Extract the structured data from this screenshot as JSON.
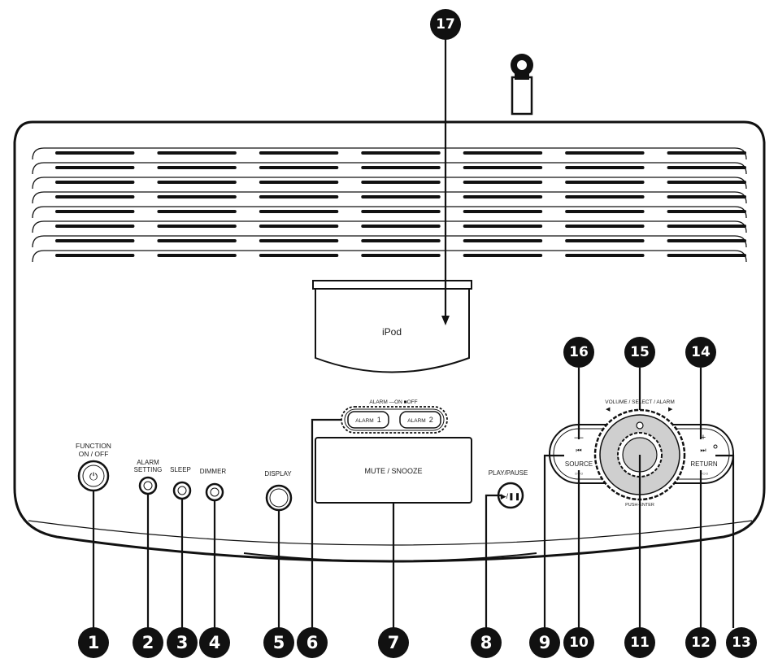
{
  "labels": {
    "function_line1": "FUNCTION",
    "function_line2": "ON / OFF",
    "alarm_setting_line1": "ALARM",
    "alarm_setting_line2": "SETTING",
    "sleep": "SLEEP",
    "dimmer": "DIMMER",
    "display": "DISPLAY",
    "alarm_header_a": "ALARM",
    "alarm_header_b": "ON",
    "alarm_header_c": "OFF",
    "alarm1": "ALARM",
    "alarm1_num": "1",
    "alarm2": "ALARM",
    "alarm2_num": "2",
    "mute_snooze": "MUTE / SNOOZE",
    "play_pause": "PLAY/PAUSE",
    "ipod": "iPod",
    "source": "SOURCE",
    "return": "RETURN",
    "volume_select_alarm": "VOLUME / SELECT / ALARM",
    "push_enter": "PUSH-ENTER"
  },
  "callouts": {
    "c1": "1",
    "c2": "2",
    "c3": "3",
    "c4": "4",
    "c5": "5",
    "c6": "6",
    "c7": "7",
    "c8": "8",
    "c9": "9",
    "c10": "10",
    "c11": "11",
    "c12": "12",
    "c13": "13",
    "c14": "14",
    "c15": "15",
    "c16": "16",
    "c17": "17"
  },
  "colors": {
    "ink": "#111111",
    "knob_fill": "#cfcfcf",
    "background": "#ffffff"
  }
}
